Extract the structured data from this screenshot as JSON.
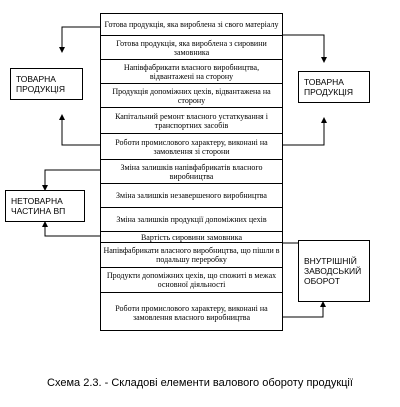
{
  "center_items": [
    "Готова продукція, яка вироблена зі свого матеріалу",
    "Готова продукція, яка вироблена з сировини замовника",
    "Напівфабрикати власного виробництва, відвантажені на сторону",
    "Продукція допоміжних цехів, відвантажена на сторону",
    "Капітальний ремонт власного устаткування і транспортних засобів",
    "Роботи промислового характеру, виконані на замовлення зі сторони",
    "Зміна залишків напівфабрикатів власного виробництва",
    "Зміна залишків незавершеного виробництва",
    "Зміна залишків продукції допоміжних цехів",
    "Вартість сировини замовника",
    "Напівфабрикати власного виробництва, що пішли в подальшу переробку",
    "Продукти допоміжних цехів, що спожиті в межах основної діяльності",
    "Роботи промислового характеру, виконані на замовлення власного виробництва"
  ],
  "left_top": "ТОВАРНА ПРОДУКЦІЯ",
  "right_top": "ТОВАРНА ПРОДУКЦІЯ",
  "left_mid": "НЕТОВАРНА ЧАСТИНА ВП",
  "right_bottom": "ВНУТРІШНІЙ ЗАВОДСЬКИЙ ОБОРОТ",
  "caption": "Схема 2.3. - Складові елементи валового обороту продукції"
}
